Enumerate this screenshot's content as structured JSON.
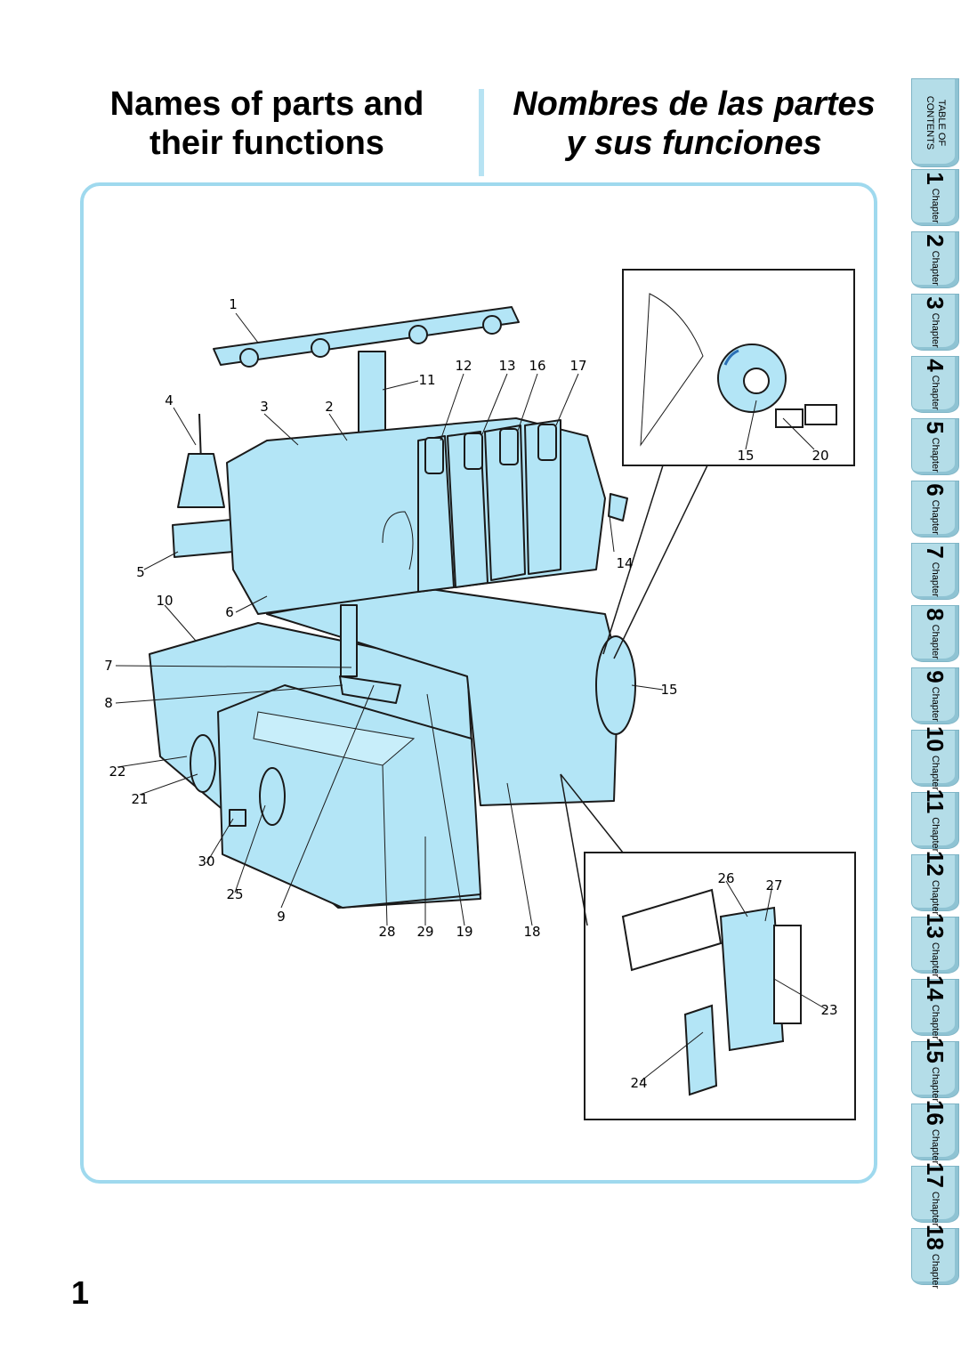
{
  "title_en": [
    "Names of parts and",
    "their functions"
  ],
  "title_es": [
    "Nombres de las partes",
    "y sus funciones"
  ],
  "page_number": "1",
  "callouts": [
    "1",
    "2",
    "3",
    "4",
    "5",
    "6",
    "7",
    "8",
    "9",
    "10",
    "11",
    "12",
    "13",
    "14",
    "15",
    "15",
    "16",
    "17",
    "18",
    "19",
    "20",
    "21",
    "22",
    "23",
    "24",
    "25",
    "26",
    "27",
    "28",
    "29",
    "30"
  ],
  "tabs": {
    "toc": [
      "TABLE OF",
      "CONTENTS"
    ],
    "chapter_word": "Chapter",
    "chapters": [
      "1",
      "2",
      "3",
      "4",
      "5",
      "6",
      "7",
      "8",
      "9",
      "10",
      "11",
      "12",
      "13",
      "14",
      "15",
      "16",
      "17",
      "18"
    ]
  },
  "colors": {
    "machine_fill": "#b3e5f6",
    "frame_border": "#9fd9ee",
    "tab_fill": "#b4dde8"
  }
}
